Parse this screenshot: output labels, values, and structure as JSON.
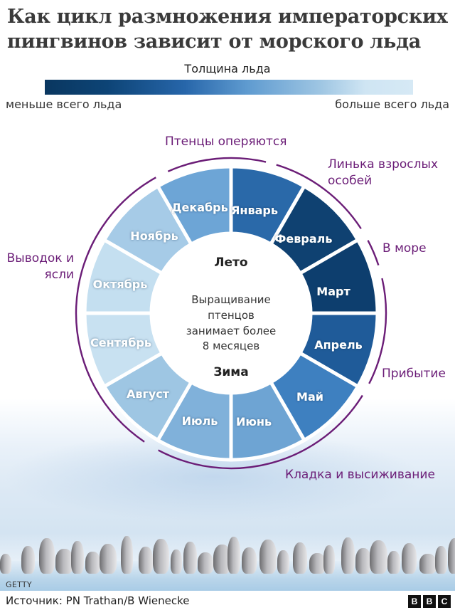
{
  "title": "Как цикл размножения императорских пингвинов зависит от морского льда",
  "legend": {
    "title": "Толщина льда",
    "low_label": "меньше всего льда",
    "high_label": "больше всего льда",
    "gradient_colors": [
      "#0a3760",
      "#2766aa",
      "#5f9bd0",
      "#9fc6e3",
      "#d6e9f5"
    ]
  },
  "wheel": {
    "center_top": "Лето",
    "center_text": [
      "Выращивание",
      "птенцов",
      "занимает более",
      "8 месяцев"
    ],
    "center_bottom": "Зима",
    "months": [
      {
        "label": "Январь",
        "color": "#2a69a9"
      },
      {
        "label": "Февраль",
        "color": "#0f4171"
      },
      {
        "label": "Март",
        "color": "#0d3e6e"
      },
      {
        "label": "Апрель",
        "color": "#1f5b99"
      },
      {
        "label": "Май",
        "color": "#3e80c0"
      },
      {
        "label": "Июнь",
        "color": "#6ea4d3"
      },
      {
        "label": "Июль",
        "color": "#80b1da"
      },
      {
        "label": "Август",
        "color": "#9ec6e3"
      },
      {
        "label": "Сентябрь",
        "color": "#c8e1f1"
      },
      {
        "label": "Октябрь",
        "color": "#c4dff0"
      },
      {
        "label": "Ноябрь",
        "color": "#a6cbe7"
      },
      {
        "label": "Декабрь",
        "color": "#6da5d6"
      }
    ]
  },
  "stages": [
    {
      "label": "Птенцы оперяются"
    },
    {
      "label": "Линька взрослых особей"
    },
    {
      "label": "В море"
    },
    {
      "label": "Прибытие"
    },
    {
      "label": "Кладка и высиживание"
    },
    {
      "label": "Выводок и ясли"
    }
  ],
  "stage_color": "#6b1d77",
  "photo_credit": "GETTY",
  "footer": {
    "source": "Источник: PN Trathan/B Wienecke",
    "logo_letters": [
      "B",
      "B",
      "C"
    ]
  }
}
